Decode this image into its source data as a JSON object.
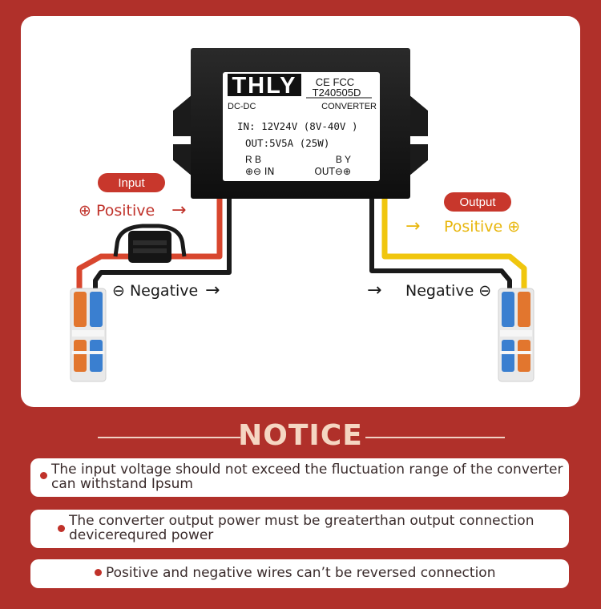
{
  "device": {
    "brand": "THLY",
    "cert": "CE FCC",
    "model": "T240505D",
    "type_left": "DC-DC",
    "type_right": "CONVERTER",
    "input_spec": "IN: 12V24V  (8V-40V )",
    "output_spec": "OUT:5V5A (25W)",
    "in_pins": "R B",
    "in_label": "⊕⊖ IN",
    "out_pins": "B Y",
    "out_label": "OUT⊖⊕"
  },
  "input": {
    "badge": "Input",
    "positive": "⊕ Positive",
    "positive_arrow": "→",
    "negative": "⊖ Negative",
    "negative_arrow": "→"
  },
  "output": {
    "badge": "Output",
    "positive_arrow": "→",
    "positive": "Positive ⊕",
    "negative_arrow": "→",
    "negative": "Negative ⊖"
  },
  "notice": {
    "title": "NOTICE",
    "items": [
      {
        "line1": "The input voltage should not exceed the fluctuation range of the converter",
        "line2": "can withstand Ipsum"
      },
      {
        "line1": "The converter output power must be greaterthan output connection",
        "line2": "devicerequred power"
      },
      {
        "line1": "Positive and negative wires can’t be reversed connection",
        "line2": ""
      }
    ]
  },
  "colors": {
    "background": "#b0302a",
    "positive_red": "#c0322a",
    "positive_yellow": "#e8b60c",
    "wire_black": "#1a1a1a",
    "badge_red": "#c8372c"
  }
}
